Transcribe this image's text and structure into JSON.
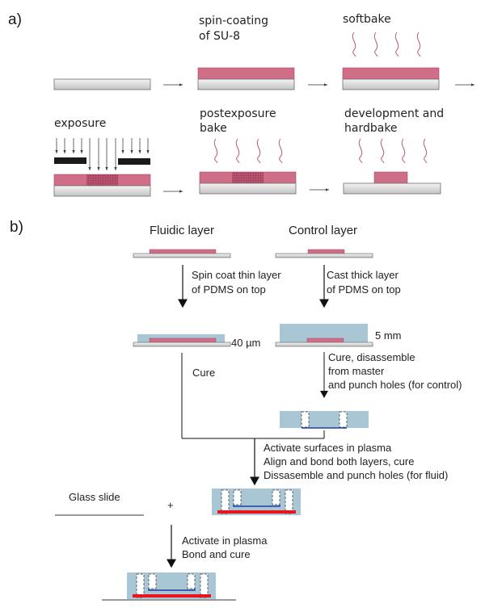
{
  "colors": {
    "su8": "#d06d87",
    "su8_exposed": "#b04a68",
    "substrate_top": "#f2f2f2",
    "substrate_bottom": "#c4c4c4",
    "substrate_border": "#6e6e6e",
    "mask": "#1a1a1a",
    "heat": "#b35a6e",
    "pdms": "#a8c6d4",
    "channel": "#1f3fa0",
    "bond_layer": "#e8141e",
    "glass": "#9a9a9a",
    "line": "#1a1a1a"
  },
  "panel_a": {
    "label": "a)",
    "steps": [
      {
        "id": "substrate",
        "label_lines": []
      },
      {
        "id": "spin-coating",
        "label_lines": [
          "spin-coating",
          "of SU-8"
        ]
      },
      {
        "id": "softbake",
        "label_lines": [
          "softbake"
        ]
      },
      {
        "id": "exposure",
        "label_lines": [
          "exposure"
        ]
      },
      {
        "id": "postexposure-bake",
        "label_lines": [
          "postexposure",
          "bake"
        ]
      },
      {
        "id": "development",
        "label_lines": [
          "development and",
          "hardbake"
        ]
      }
    ]
  },
  "panel_b": {
    "label": "b)",
    "fluidic_title": "Fluidic layer",
    "control_title": "Control layer",
    "fluidic_step_lines": [
      "Spin coat thin layer",
      "of PDMS on top"
    ],
    "control_step_lines": [
      "Cast thick layer",
      "of PDMS on top"
    ],
    "fluidic_thickness": "40 µm",
    "control_thickness": "5 mm",
    "fluidic_cure": "Cure",
    "control_cure_lines": [
      "Cure, disassemble",
      "from master",
      "and punch holes (for control)"
    ],
    "bond_lines": [
      "Activate surfaces in plasma",
      "Align and bond both layers, cure",
      "Dissasemble and punch holes (for fluid)"
    ],
    "glass_slide": "Glass slide",
    "plus": "+",
    "final_lines": [
      "Activate in plasma",
      "Bond and cure"
    ]
  }
}
